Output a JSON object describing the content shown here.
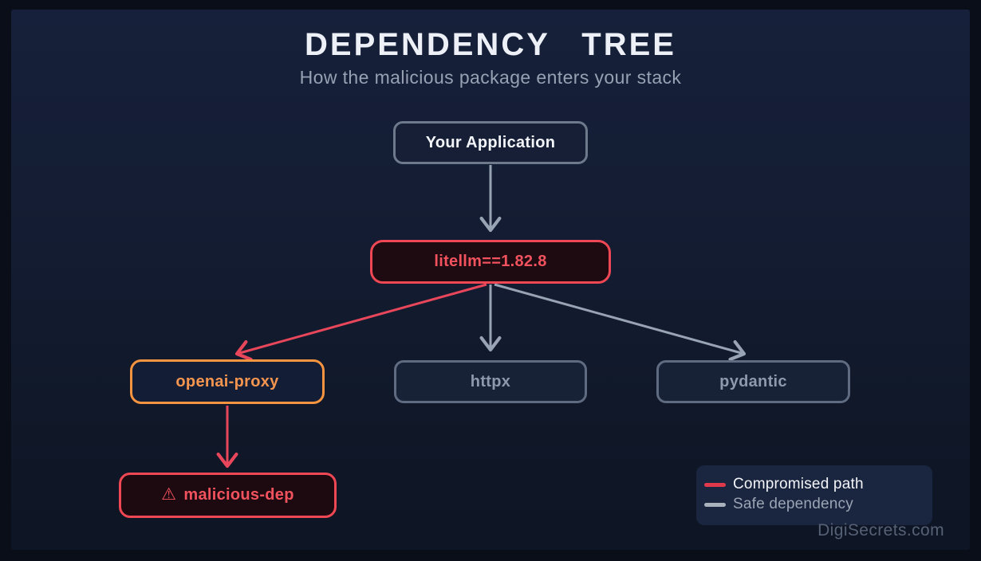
{
  "header": {
    "title": "DEPENDENCY TREE",
    "subtitle": "How the malicious package enters your stack"
  },
  "tree": {
    "root": {
      "label": "Your Application"
    },
    "compromised_package": {
      "label": "litellm==1.82.8"
    },
    "children": {
      "openai_proxy": {
        "label": "openai-proxy"
      },
      "httpx": {
        "label": "httpx"
      },
      "pydantic": {
        "label": "pydantic"
      }
    },
    "malicious": {
      "warning_icon": "⚠",
      "label": "malicious-dep"
    }
  },
  "legend": {
    "items": [
      {
        "label": "Compromised path",
        "color": "#e0394b"
      },
      {
        "label": "Safe dependency",
        "color": "#a9b1bd"
      }
    ]
  },
  "watermark": "DigiSecrets.com",
  "colors": {
    "compromised": "#ef4753",
    "suspicious": "#f79440",
    "safe_line": "#98a3b4",
    "panel_background": "#131c31",
    "frame_background": "#0a0e18"
  }
}
